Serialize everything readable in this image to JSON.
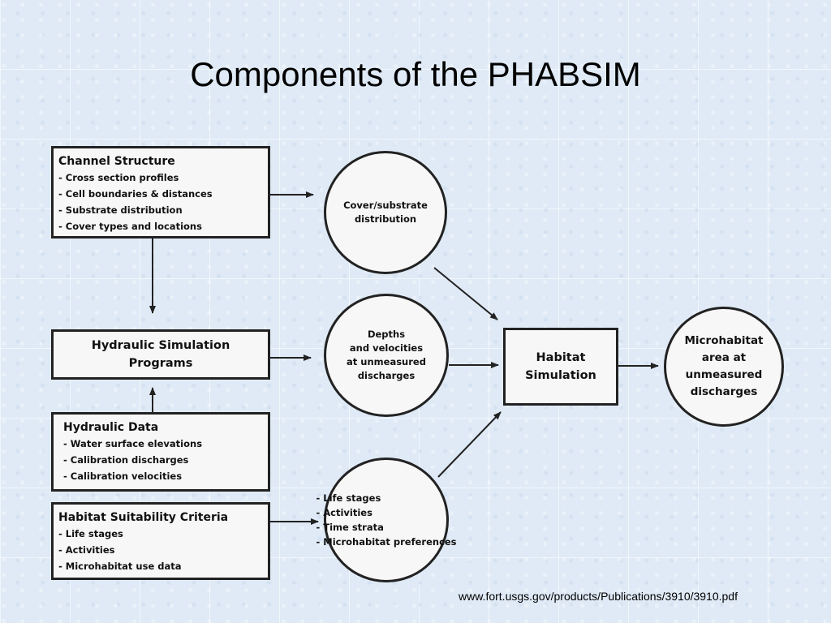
{
  "title": "Components of the PHABSIM",
  "source": "www.fort.usgs.gov/products/Publications/3910/3910.pdf",
  "nodes": {
    "channel_structure": {
      "heading": "Channel Structure",
      "items": [
        "Cross section profiles",
        "Cell boundaries & distances",
        "Substrate distribution",
        "Cover types and locations"
      ]
    },
    "hydraulic_simulation": {
      "lines": [
        "Hydraulic Simulation",
        "Programs"
      ]
    },
    "hydraulic_data": {
      "heading": "Hydraulic Data",
      "items": [
        "Water surface elevations",
        "Calibration discharges",
        "Calibration velocities"
      ]
    },
    "habitat_suitability": {
      "heading": "Habitat Suitability Criteria",
      "items": [
        "Life stages",
        "Activities",
        "Microhabitat use data"
      ]
    },
    "cover_substrate": {
      "lines": [
        "Cover/substrate",
        "distribution"
      ]
    },
    "depths_velocities": {
      "lines": [
        "Depths",
        "and velocities",
        "at unmeasured",
        "discharges"
      ]
    },
    "life_stages": {
      "items": [
        "Life stages",
        "Activities",
        "Time strata",
        "Microhabitat preferences"
      ]
    },
    "habitat_simulation": {
      "lines": [
        "Habitat",
        "Simulation"
      ]
    },
    "microhabitat_area": {
      "lines": [
        "Microhabitat",
        "area at",
        "unmeasured",
        "discharges"
      ]
    }
  }
}
